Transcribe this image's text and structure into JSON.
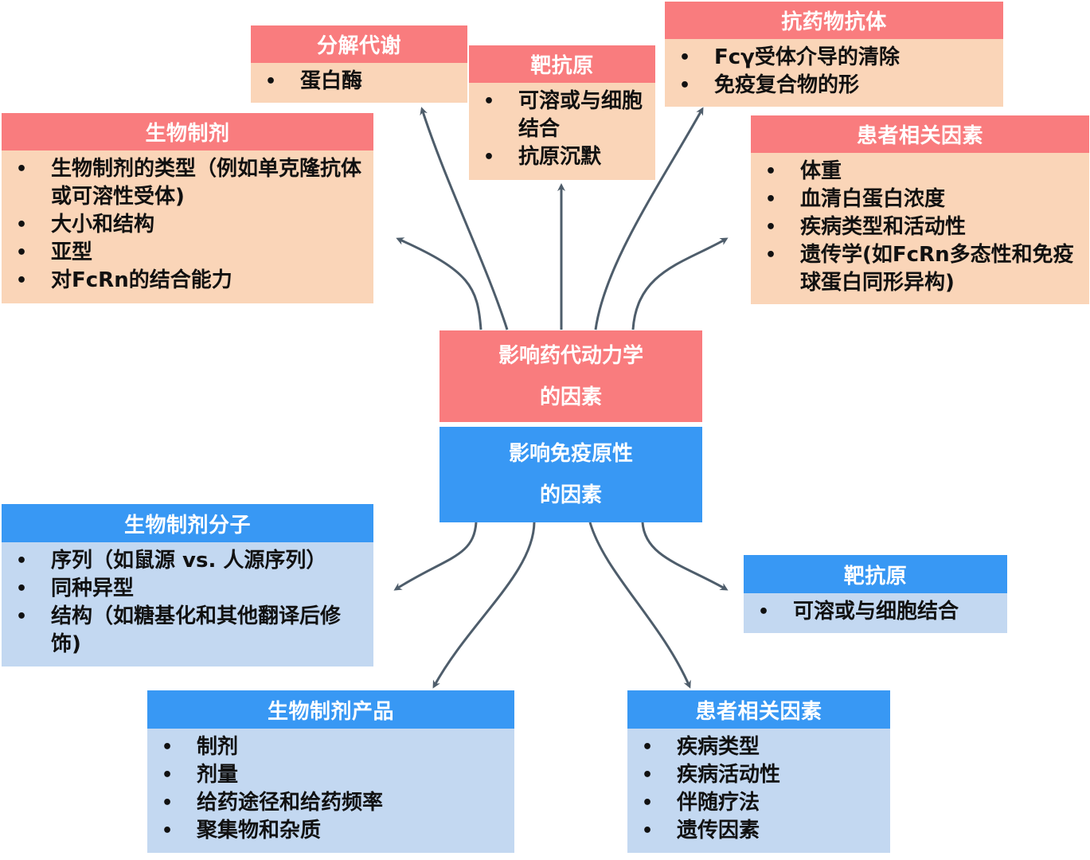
{
  "pk_factors": {
    "center_line1": "影响药代动力学",
    "center_line2": "的因素",
    "catabolism": {
      "title": "分解代谢",
      "items": [
        "蛋白酶"
      ]
    },
    "target": {
      "title": "靶抗原",
      "items": [
        "可溶或与细胞结合",
        "抗原沉默"
      ]
    },
    "ada": {
      "title": "抗药物抗体",
      "items": [
        "Fcγ受体介导的清除",
        "免疫复合物的形"
      ]
    },
    "biologic": {
      "title": "生物制剂",
      "items": [
        "生物制剂的类型（例如单克隆抗体或可溶性受体)",
        "大小和结构",
        "亚型",
        "对FcRn的结合能力"
      ]
    },
    "patient": {
      "title": "患者相关因素",
      "items": [
        "体重",
        "血清白蛋白浓度",
        "疾病类型和活动性",
        "遗传学(如FcRn多态性和免疫球蛋白同形异构)"
      ]
    }
  },
  "immuno_factors": {
    "center_line1": "影响免疫原性",
    "center_line2": "的因素",
    "molecule": {
      "title": "生物制剂分子",
      "items": [
        "序列（如鼠源 vs. 人源序列）",
        "同种异型",
        "结构（如糖基化和其他翻译后修饰)"
      ]
    },
    "target": {
      "title": "靶抗原",
      "items": [
        "可溶或与细胞结合"
      ]
    },
    "product": {
      "title": "生物制剂产品",
      "items": [
        "制剂",
        "剂量",
        "给药途径和给药频率",
        "聚集物和杂质"
      ]
    },
    "patient": {
      "title": "患者相关因素",
      "items": [
        "疾病类型",
        "疾病活动性",
        "伴随疗法",
        "遗传因素"
      ]
    }
  },
  "colors": {
    "pk_header": "#f97c7e",
    "pk_body": "#fad5b8",
    "imm_header": "#3898f4",
    "imm_body": "#c3d8f1",
    "arrow": "#4e5d6b"
  }
}
